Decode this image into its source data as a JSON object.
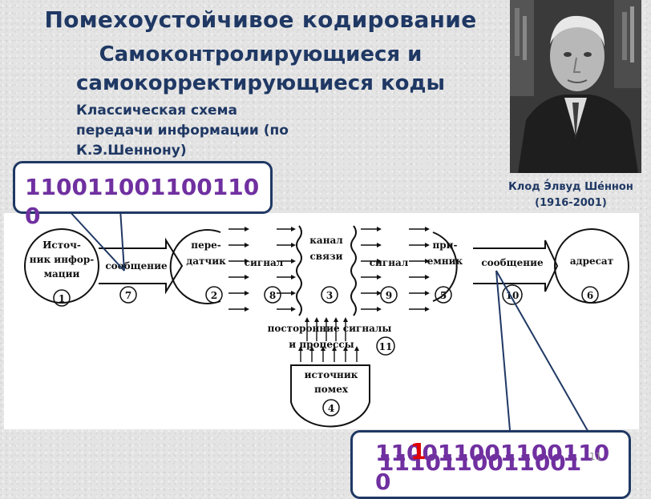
{
  "header": {
    "title_line1": "Помехоустойчивое кодирование",
    "title_line2": "Самоконтролирующиеся и",
    "title_line3": "самокорректирующиеся коды",
    "subtitle_line1": "Классическая схема",
    "subtitle_line2": "передачи информации (по",
    "subtitle_line3": "К.Э.Шеннону)"
  },
  "portrait": {
    "name": "Клод Э́лвуд Ше́ннон",
    "years": "(1916-2001)"
  },
  "callouts": {
    "source_code": "1100110011001100",
    "received_code_1": "1100110011001100",
    "received_code_2": "1110110011001",
    "error_mark": "1"
  },
  "diagram": {
    "source_l1": "Источ-",
    "source_l2": "ник инфор-",
    "source_l3": "мации",
    "source_num": "1",
    "message": "сообщение",
    "message_num": "7",
    "transmitter_l1": "пере-",
    "transmitter_l2": "датчик",
    "transmitter_num": "2",
    "signal_out": "сигнал",
    "signal_out_num": "8",
    "channel_l1": "канал",
    "channel_l2": "связи",
    "channel_num": "3",
    "signal_in": "сигнал",
    "signal_in_num": "9",
    "receiver_l1": "при-",
    "receiver_l2": "емник",
    "receiver_num": "5",
    "message_out": "сообщение",
    "message_out_num": "10",
    "addressee": "адресат",
    "addressee_num": "6",
    "noise_l1": "посторонние сигналы",
    "noise_l2": "и процессы",
    "noise_num": "11",
    "noise_src_l1": "источник",
    "noise_src_l2": "помех",
    "noise_src_num": "4"
  },
  "slide_number": "11"
}
